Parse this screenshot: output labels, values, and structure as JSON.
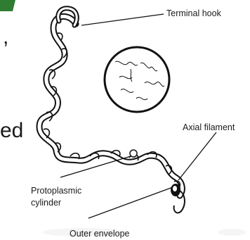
{
  "labels": {
    "terminal_hook": "Terminal hook",
    "axial_filament": "Axial filament",
    "protoplasmic_line1": "Protoplasmic",
    "protoplasmic_line2": "cylinder",
    "outer_envelope": "Outer envelope"
  },
  "cropped_text": {
    "line1": ",",
    "line2": "ed"
  },
  "colors": {
    "accent_green": "#2e7d32",
    "ink": "#111111",
    "shadow": "#e8e8e8"
  }
}
